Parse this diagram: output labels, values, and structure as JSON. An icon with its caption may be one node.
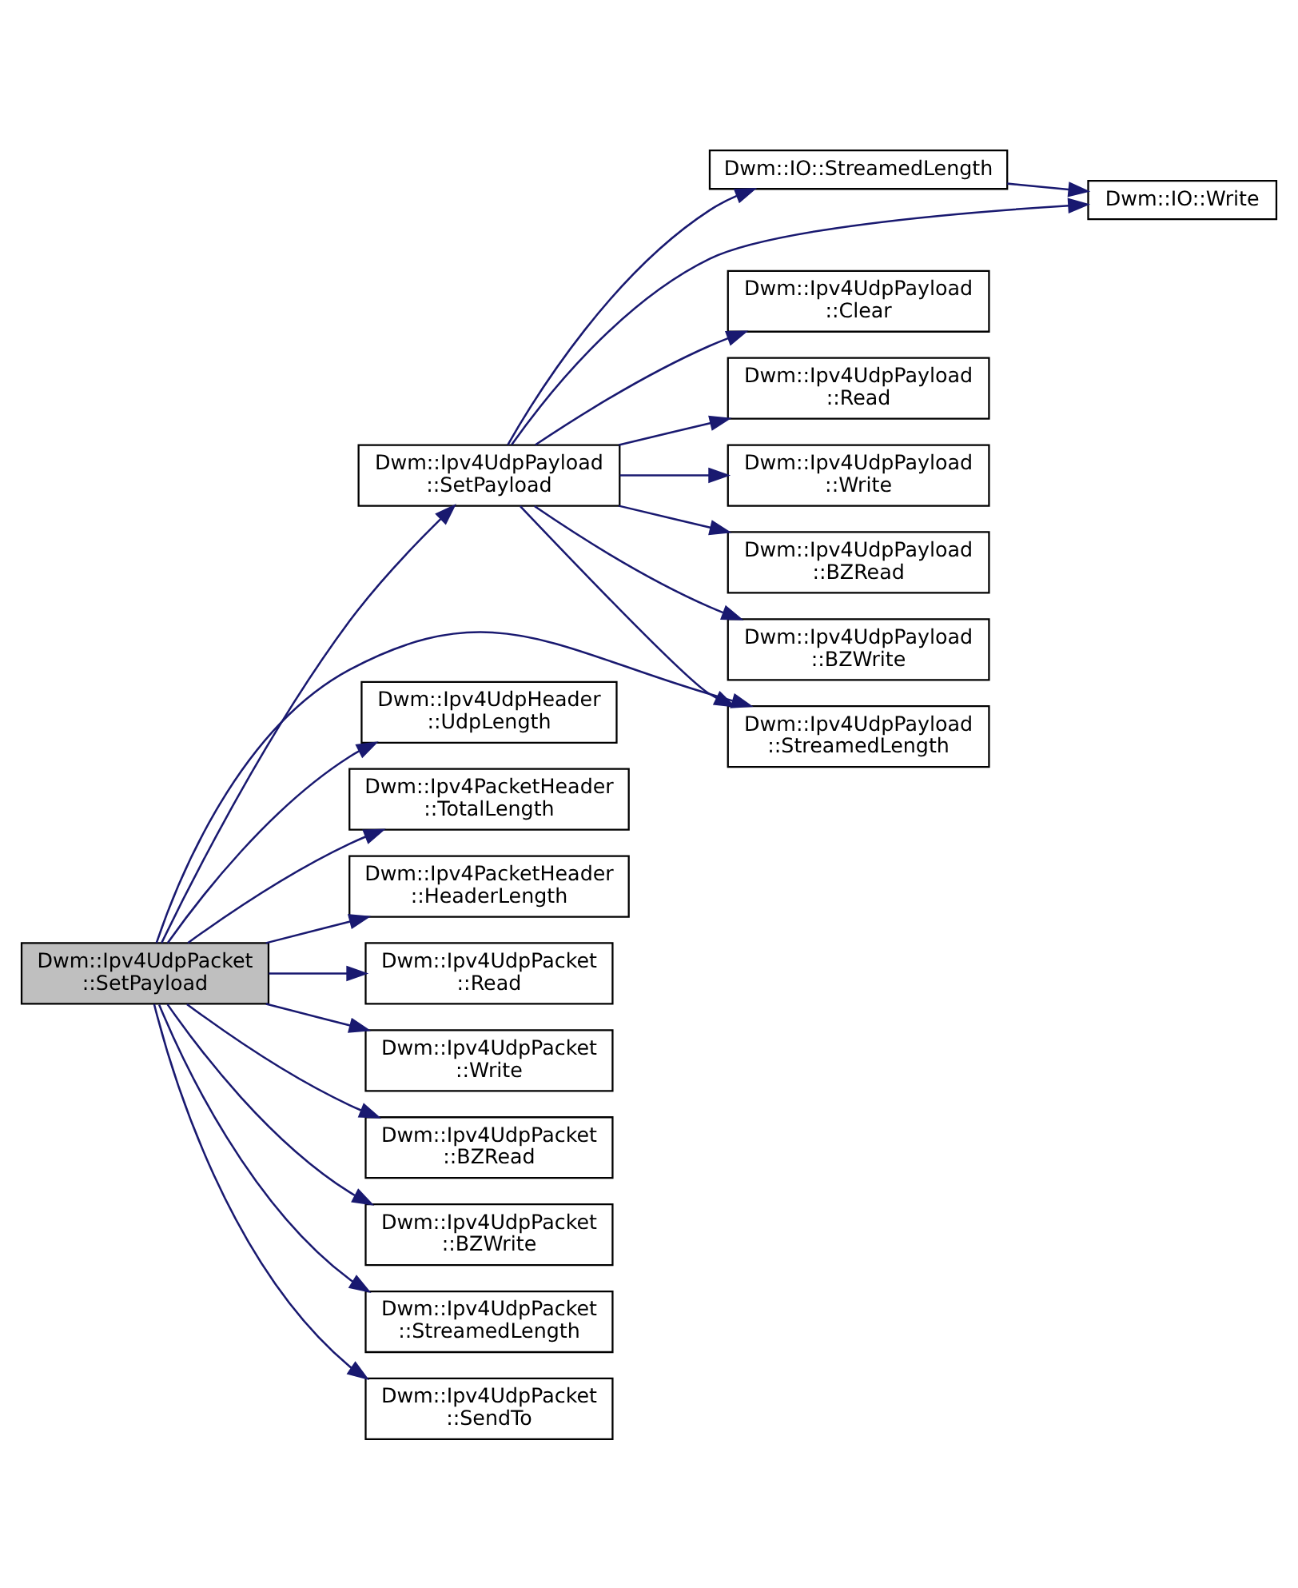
{
  "diagram": {
    "nodes": [
      {
        "text": [
          "Dwm::Ipv4UdpPacket ::SetPayload"
        ]
      },
      {
        "text": [
          "Dwm::Ipv4UdpPayload ::SetPayload"
        ]
      },
      {
        "text": [
          "Dwm::IO::StreamedLength"
        ]
      },
      {
        "text": [
          "Dwm::IO::Write"
        ]
      },
      {
        "text": [
          "Dwm::Ipv4UdpPayload ::Clear"
        ]
      },
      {
        "text": [
          "Dwm::Ipv4UdpPayload ::Read"
        ]
      },
      {
        "text": [
          "Dwm::Ipv4UdpPayload ::Write"
        ]
      },
      {
        "text": [
          "Dwm::Ipv4UdpPayload ::BZRead"
        ]
      },
      {
        "text": [
          "Dwm::Ipv4UdpPayload ::BZWrite"
        ]
      },
      {
        "text": [
          "Dwm::Ipv4UdpPayload ::StreamedLength"
        ]
      },
      {
        "text": [
          "Dwm::Ipv4UdpHeader ::UdpLength"
        ]
      },
      {
        "text": [
          "Dwm::Ipv4PacketHeader ::TotalLength"
        ]
      },
      {
        "text": [
          "Dwm::Ipv4PacketHeader ::HeaderLength"
        ]
      },
      {
        "text": [
          "Dwm::Ipv4UdpPacket ::Read"
        ]
      },
      {
        "text": [
          "Dwm::Ipv4UdpPacket ::Write"
        ]
      },
      {
        "text": [
          "Dwm::Ipv4UdpPacket ::BZRead"
        ]
      },
      {
        "text": [
          "Dwm::Ipv4UdpPacket ::BZWrite"
        ]
      },
      {
        "text": [
          "Dwm::Ipv4UdpPacket ::StreamedLength"
        ]
      },
      {
        "text": [
          "Dwm::Ipv4UdpPacket ::SendTo"
        ]
      }
    ],
    "edges": [
      {
        "from": 0,
        "to": 1,
        "arrow": "to"
      },
      {
        "from": 1,
        "to": 2,
        "arrow": "to"
      },
      {
        "from": 2,
        "to": 3,
        "arrow": "to"
      },
      {
        "from": 1,
        "to": 3,
        "arrow": "to"
      },
      {
        "from": 1,
        "to": 4,
        "arrow": "to"
      },
      {
        "from": 1,
        "to": 5,
        "arrow": "to"
      },
      {
        "from": 1,
        "to": 6,
        "arrow": "to"
      },
      {
        "from": 1,
        "to": 7,
        "arrow": "to"
      },
      {
        "from": 1,
        "to": 8,
        "arrow": "to"
      },
      {
        "from": 1,
        "to": 9,
        "arrow": "to"
      },
      {
        "from": 0,
        "to": 9,
        "arrow": "to"
      },
      {
        "from": 0,
        "to": 10,
        "arrow": "to"
      },
      {
        "from": 0,
        "to": 11,
        "arrow": "to"
      },
      {
        "from": 0,
        "to": 12,
        "arrow": "to"
      },
      {
        "from": 0,
        "to": 13,
        "arrow": "to"
      },
      {
        "from": 0,
        "to": 14,
        "arrow": "to"
      },
      {
        "from": 0,
        "to": 15,
        "arrow": "to"
      },
      {
        "from": 0,
        "to": 16,
        "arrow": "to"
      },
      {
        "from": 0,
        "to": 17,
        "arrow": "to"
      },
      {
        "from": 0,
        "to": 18,
        "arrow": "to"
      }
    ]
  }
}
